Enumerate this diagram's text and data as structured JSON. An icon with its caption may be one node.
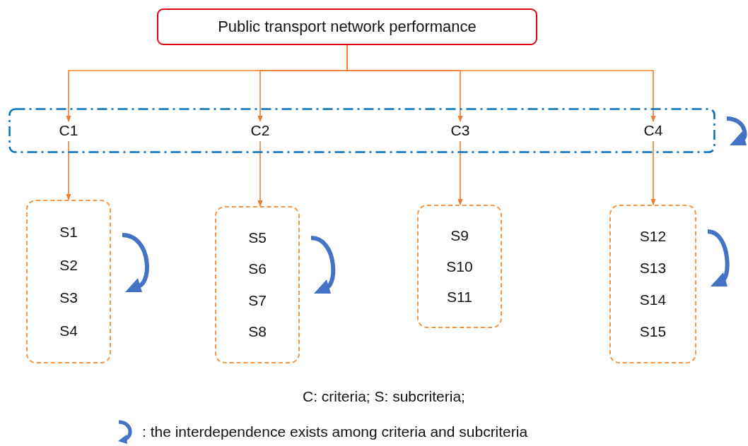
{
  "diagram": {
    "nodes": [
      {
        "text": [
          "Public transport network performance"
        ]
      },
      {
        "text": [],
        "shape": "box"
      },
      {
        "text": [
          "C1"
        ],
        "in": 1
      },
      {
        "text": [
          "C2"
        ],
        "in": 1
      },
      {
        "text": [
          "C3"
        ],
        "in": 1
      },
      {
        "text": [
          "C4"
        ],
        "in": 1
      },
      {
        "text": [
          "S1",
          "S2",
          "S3",
          "S4"
        ]
      },
      {
        "text": [
          "S5",
          "S6",
          "S7",
          "S8"
        ]
      },
      {
        "text": [
          "S9",
          "S10",
          "S11"
        ]
      },
      {
        "text": [
          "S12",
          "S13",
          "S14",
          "S15"
        ]
      }
    ],
    "edges": [
      {
        "from": 0,
        "to": 2,
        "arrow": "to"
      },
      {
        "from": 0,
        "to": 3,
        "arrow": "to"
      },
      {
        "from": 0,
        "to": 4,
        "arrow": "to"
      },
      {
        "from": 0,
        "to": 5,
        "arrow": "to"
      },
      {
        "from": 2,
        "to": 6,
        "arrow": "to"
      },
      {
        "from": 3,
        "to": 7,
        "arrow": "to"
      },
      {
        "from": 4,
        "to": 8,
        "arrow": "to"
      },
      {
        "from": 5,
        "to": 9,
        "arrow": "to"
      }
    ],
    "labels": [
      "C: criteria; S: subcriteria;"
    ],
    "legend": [
      {
        "text": ": the interdependence exists among criteria and subcriteria"
      }
    ]
  }
}
